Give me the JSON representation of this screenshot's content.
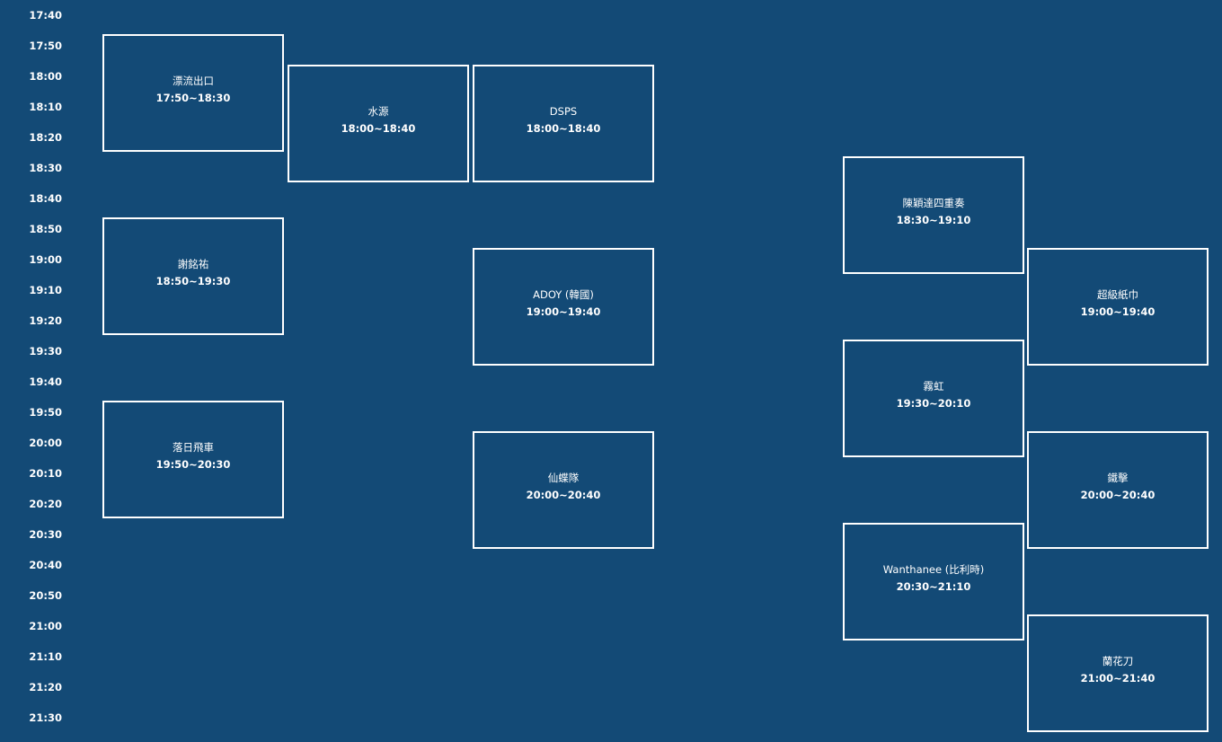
{
  "colors": {
    "background": "#134a76",
    "box_border": "#ffffff",
    "text": "#ffffff"
  },
  "times": [
    "17:40",
    "17:50",
    "18:00",
    "18:10",
    "18:20",
    "18:30",
    "18:40",
    "18:50",
    "19:00",
    "19:10",
    "19:20",
    "19:30",
    "19:40",
    "19:50",
    "20:00",
    "20:10",
    "20:20",
    "20:30",
    "20:40",
    "20:50",
    "21:00",
    "21:10",
    "21:20",
    "21:30"
  ],
  "slots": [
    {
      "stage": 1,
      "name": "漂流出口",
      "time": "17:50~18:30",
      "start": "17:50"
    },
    {
      "stage": 1,
      "name": "謝銘祐",
      "time": "18:50~19:30",
      "start": "18:50"
    },
    {
      "stage": 1,
      "name": "落日飛車",
      "time": "19:50~20:30",
      "start": "19:50"
    },
    {
      "stage": 2,
      "name": "水源",
      "time": "18:00~18:40",
      "start": "18:00"
    },
    {
      "stage": 3,
      "name": "DSPS",
      "time": "18:00~18:40",
      "start": "18:00"
    },
    {
      "stage": 3,
      "name": "ADOY (韓國)",
      "time": "19:00~19:40",
      "start": "19:00"
    },
    {
      "stage": 3,
      "name": "仙蝶隊",
      "time": "20:00~20:40",
      "start": "20:00"
    },
    {
      "stage": 5,
      "name": "陳穎達四重奏",
      "time": "18:30~19:10",
      "start": "18:30"
    },
    {
      "stage": 5,
      "name": "霧虹",
      "time": "19:30~20:10",
      "start": "19:30"
    },
    {
      "stage": 5,
      "name": "Wanthanee (比利時)",
      "time": "20:30~21:10",
      "start": "20:30"
    },
    {
      "stage": 6,
      "name": "超級紙巾",
      "time": "19:00~19:40",
      "start": "19:00"
    },
    {
      "stage": 6,
      "name": "鐵擊",
      "time": "20:00~20:40",
      "start": "20:00"
    },
    {
      "stage": 6,
      "name": "蘭花刀",
      "time": "21:00~21:40",
      "start": "21:00"
    }
  ]
}
